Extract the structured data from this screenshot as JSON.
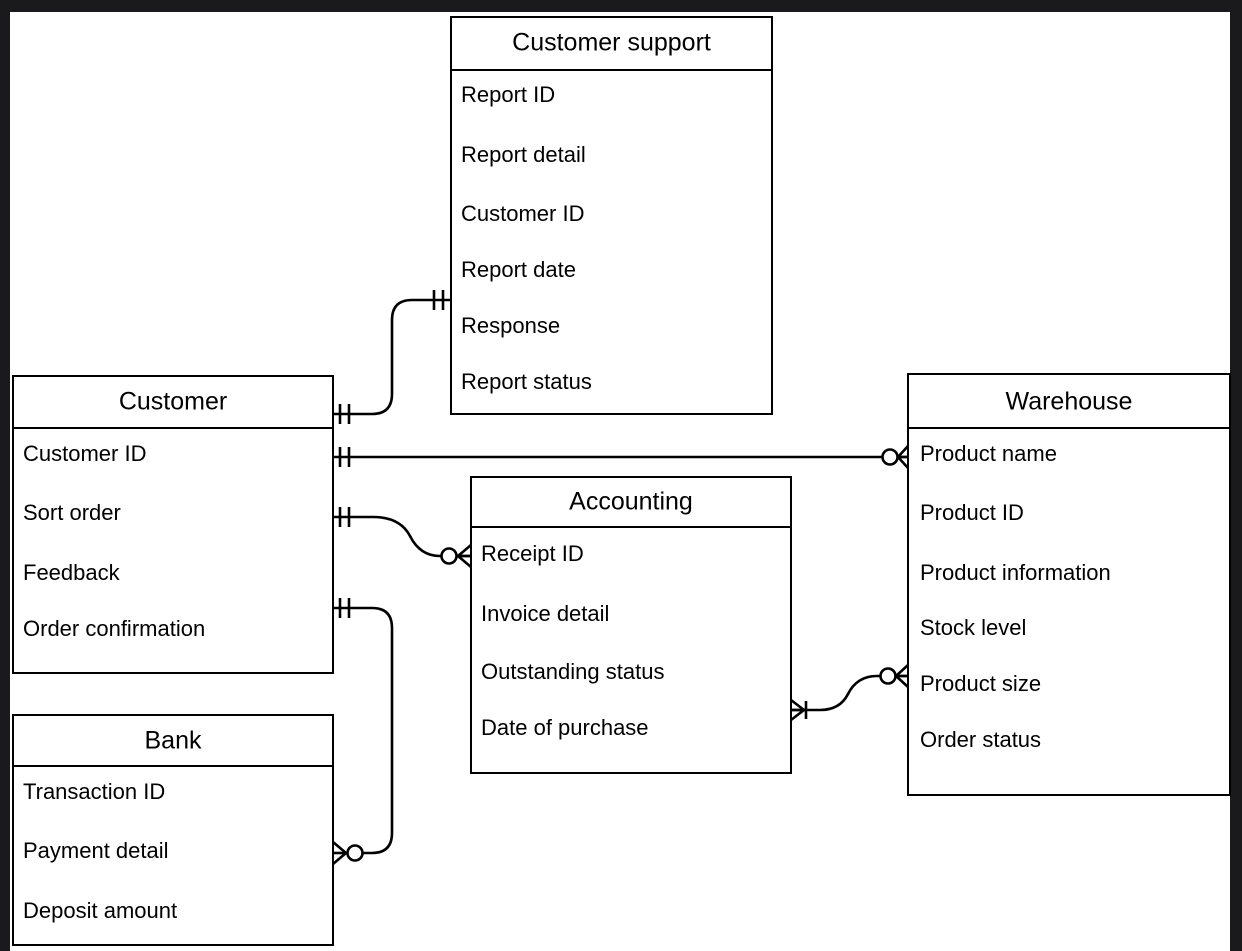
{
  "diagram": {
    "type": "entity-relationship-diagram",
    "notation": "crows-foot",
    "canvas_background": "#ffffff",
    "page_background": "#1a1a1d",
    "line_color": "#000000",
    "entities": [
      {
        "id": "customer_support",
        "title": "Customer support",
        "attributes": [
          "Report ID",
          "Report detail",
          "Customer ID",
          "Report date",
          "Response",
          "Report status"
        ]
      },
      {
        "id": "customer",
        "title": "Customer",
        "attributes": [
          "Customer ID",
          "Sort order",
          "Feedback",
          "Order confirmation"
        ]
      },
      {
        "id": "warehouse",
        "title": "Warehouse",
        "attributes": [
          "Product name",
          "Product ID",
          "Product information",
          "Stock level",
          "Product size",
          "Order status"
        ]
      },
      {
        "id": "accounting",
        "title": "Accounting",
        "attributes": [
          "Receipt ID",
          "Invoice detail",
          "Outstanding status",
          "Date of purchase"
        ]
      },
      {
        "id": "bank",
        "title": "Bank",
        "attributes": [
          "Transaction ID",
          "Payment detail",
          "Deposit amount"
        ]
      }
    ],
    "relationships": [
      {
        "id": "customer-to-customer-support",
        "from": "customer",
        "to": "customer_support",
        "from_cardinality": "one-and-only-one",
        "to_cardinality": "one-and-only-one"
      },
      {
        "id": "customer-to-warehouse",
        "from": "customer",
        "to": "warehouse",
        "from_cardinality": "one-and-only-one",
        "to_cardinality": "zero-or-many"
      },
      {
        "id": "customer-to-accounting",
        "from": "customer",
        "to": "accounting",
        "from_cardinality": "one-and-only-one",
        "to_cardinality": "zero-or-many"
      },
      {
        "id": "customer-to-bank",
        "from": "customer",
        "to": "bank",
        "from_cardinality": "one-and-only-one",
        "to_cardinality": "zero-or-many"
      },
      {
        "id": "accounting-to-warehouse",
        "from": "accounting",
        "to": "warehouse",
        "from_cardinality": "one-or-many",
        "to_cardinality": "zero-or-many"
      }
    ]
  }
}
